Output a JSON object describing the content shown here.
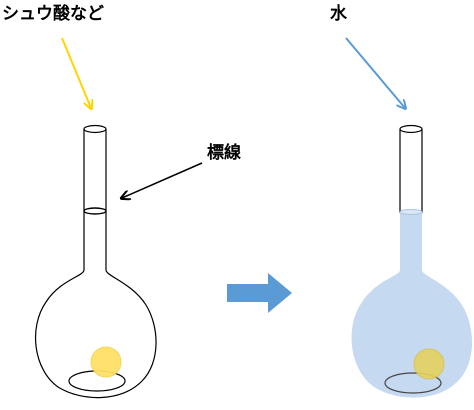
{
  "labels": {
    "solute": "シュウ酸など",
    "water": "水",
    "graduation_mark": "標線"
  },
  "colors": {
    "solute_arrow": "#ffd400",
    "water_arrow": "#5b9bd5",
    "pointer_arrow": "#000000",
    "crystal_fill": "#ffe066",
    "solution_fill": "#c5d9f1",
    "process_arrow": "#5b9bd5",
    "flask_outline": "#000000"
  },
  "icons": {
    "process": "right-arrow-icon"
  }
}
